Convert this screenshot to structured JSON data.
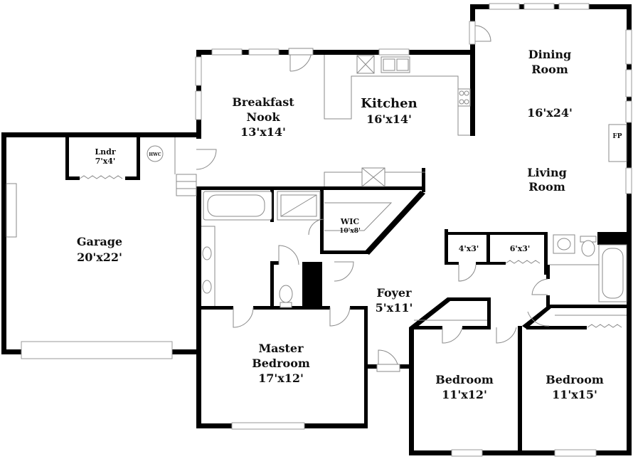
{
  "rooms": {
    "dining_name": "Dining",
    "dining_name2": "Room",
    "dining_dim": "16'x24'",
    "living_name": "Living",
    "living_name2": "Room",
    "kitchen_name": "Kitchen",
    "kitchen_dim": "16'x14'",
    "nook_name": "Breakfast",
    "nook_name2": "Nook",
    "nook_dim": "13'x14'",
    "garage_name": "Garage",
    "garage_dim": "20'x22'",
    "laundry_name": "Lndr",
    "laundry_dim": "7'x4'",
    "hwc": "HWC",
    "wic_name": "WIC",
    "wic_dim": "10'x8'",
    "foyer_name": "Foyer",
    "foyer_dim": "5'x11'",
    "master_name": "Master",
    "master_name2": "Bedroom",
    "master_dim": "17'x12'",
    "closet1_dim": "4'x3'",
    "closet2_dim": "6'x3'",
    "bed1_name": "Bedroom",
    "bed1_dim": "11'x12'",
    "bed2_name": "Bedroom",
    "bed2_dim": "11'x15'",
    "fp": "FP"
  }
}
